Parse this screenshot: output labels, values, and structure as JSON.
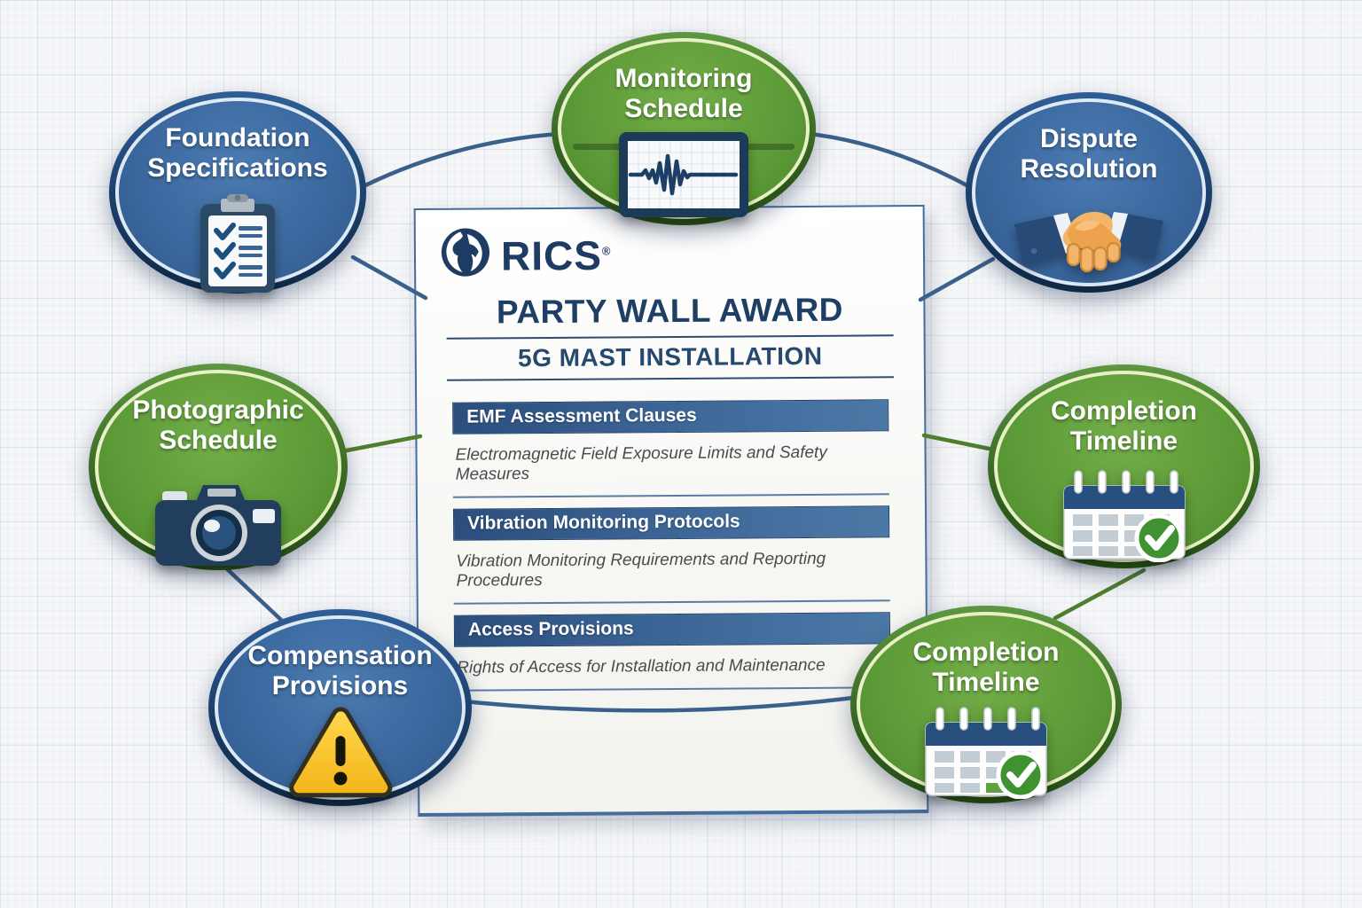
{
  "document": {
    "brand": "RICS",
    "registered_mark": "®",
    "title": "PARTY WALL AWARD",
    "subtitle": "5G MAST INSTALLATION",
    "sections": [
      {
        "heading": "EMF Assessment Clauses",
        "description": "Electromagnetic Field Exposure Limits and Safety Measures"
      },
      {
        "heading": "Vibration Monitoring Protocols",
        "description": "Vibration Monitoring Requirements and Reporting Procedures"
      },
      {
        "heading": "Access Provisions",
        "description": "Rights of Access for Installation and Maintenance"
      }
    ]
  },
  "nodes": [
    {
      "label": "Foundation Specifications",
      "color": "blue",
      "icon": "clipboard-checklist-icon"
    },
    {
      "label": "Monitoring Schedule",
      "color": "green",
      "icon": "seismograph-icon"
    },
    {
      "label": "Dispute Resolution",
      "color": "blue",
      "icon": "handshake-icon"
    },
    {
      "label": "Photographic Schedule",
      "color": "green",
      "icon": "camera-icon"
    },
    {
      "label": "Completion Timeline",
      "color": "green",
      "icon": "calendar-check-icon"
    },
    {
      "label": "Compensation Provisions",
      "color": "blue",
      "icon": "warning-triangle-icon"
    },
    {
      "label": "Completion Timeline",
      "color": "green",
      "icon": "calendar-check-icon"
    }
  ],
  "colors": {
    "node_blue_fill": "#3a679d",
    "node_blue_border": "#16365e",
    "node_green_fill": "#5d9b38",
    "node_green_border": "#2f5c1c",
    "connector_blue": "#3a608c",
    "connector_green": "#4f7e2c",
    "section_bar_navy": "#2b4e7d",
    "title_navy": "#1e3e63",
    "warning_yellow": "#f2b418",
    "check_green": "#3f9230",
    "paper_border": "#446d9c"
  }
}
